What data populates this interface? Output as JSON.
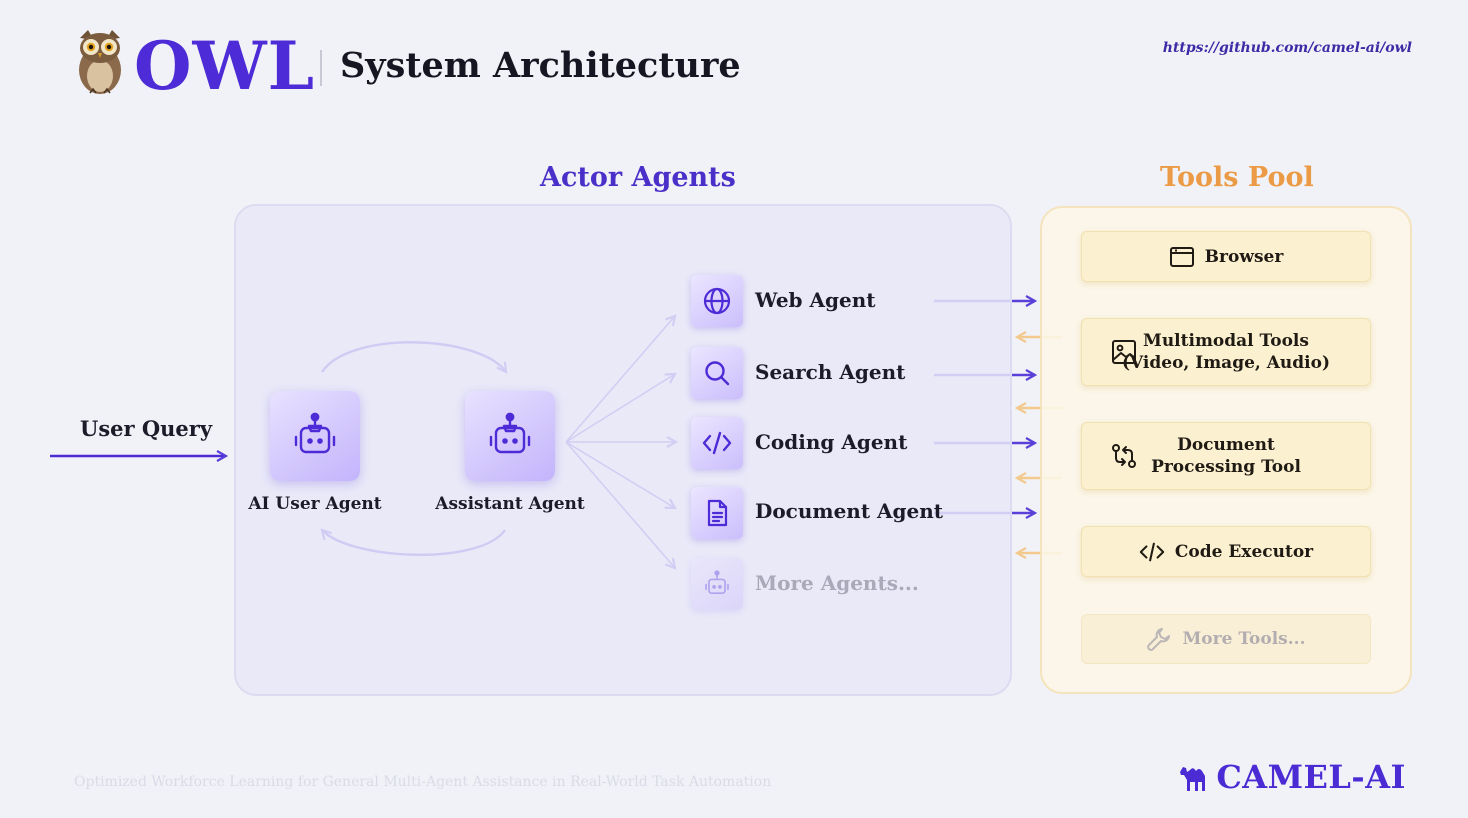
{
  "header": {
    "logo_text": "OWL",
    "title": "System Architecture",
    "url": "https://github.com/camel-ai/owl"
  },
  "sections": {
    "actor_title": "Actor Agents",
    "tools_title": "Tools Pool"
  },
  "input": {
    "label": "User Query"
  },
  "core_agents": [
    {
      "label": "AI User Agent",
      "icon": "robot-icon"
    },
    {
      "label": "Assistant Agent",
      "icon": "robot-icon"
    }
  ],
  "sub_agents": [
    {
      "label": "Web Agent",
      "icon": "globe-icon"
    },
    {
      "label": "Search Agent",
      "icon": "search-icon"
    },
    {
      "label": "Coding Agent",
      "icon": "code-icon"
    },
    {
      "label": "Document Agent",
      "icon": "document-icon"
    },
    {
      "label": "More Agents...",
      "icon": "robot-icon",
      "faded": true
    }
  ],
  "tools": [
    {
      "line1": "Browser",
      "line2": "",
      "icon": "browser-window-icon"
    },
    {
      "line1": "Multimodal Tools",
      "line2": "(Video, Image, Audio)",
      "icon": "image-icon"
    },
    {
      "line1": "Document",
      "line2": "Processing Tool",
      "icon": "git-compare-icon"
    },
    {
      "line1": "Code Executor",
      "line2": "",
      "icon": "code-icon"
    },
    {
      "line1": "More Tools...",
      "line2": "",
      "icon": "wrench-icon",
      "faded": true
    }
  ],
  "footer": {
    "tagline": "Optimized Workforce Learning for General Multi-Agent Assistance in Real-World Task Automation",
    "brand": "CAMEL-AI"
  },
  "colors": {
    "primary": "#4d2bd6",
    "tools_accent": "#eb9a45",
    "background": "#f1f2f7"
  }
}
